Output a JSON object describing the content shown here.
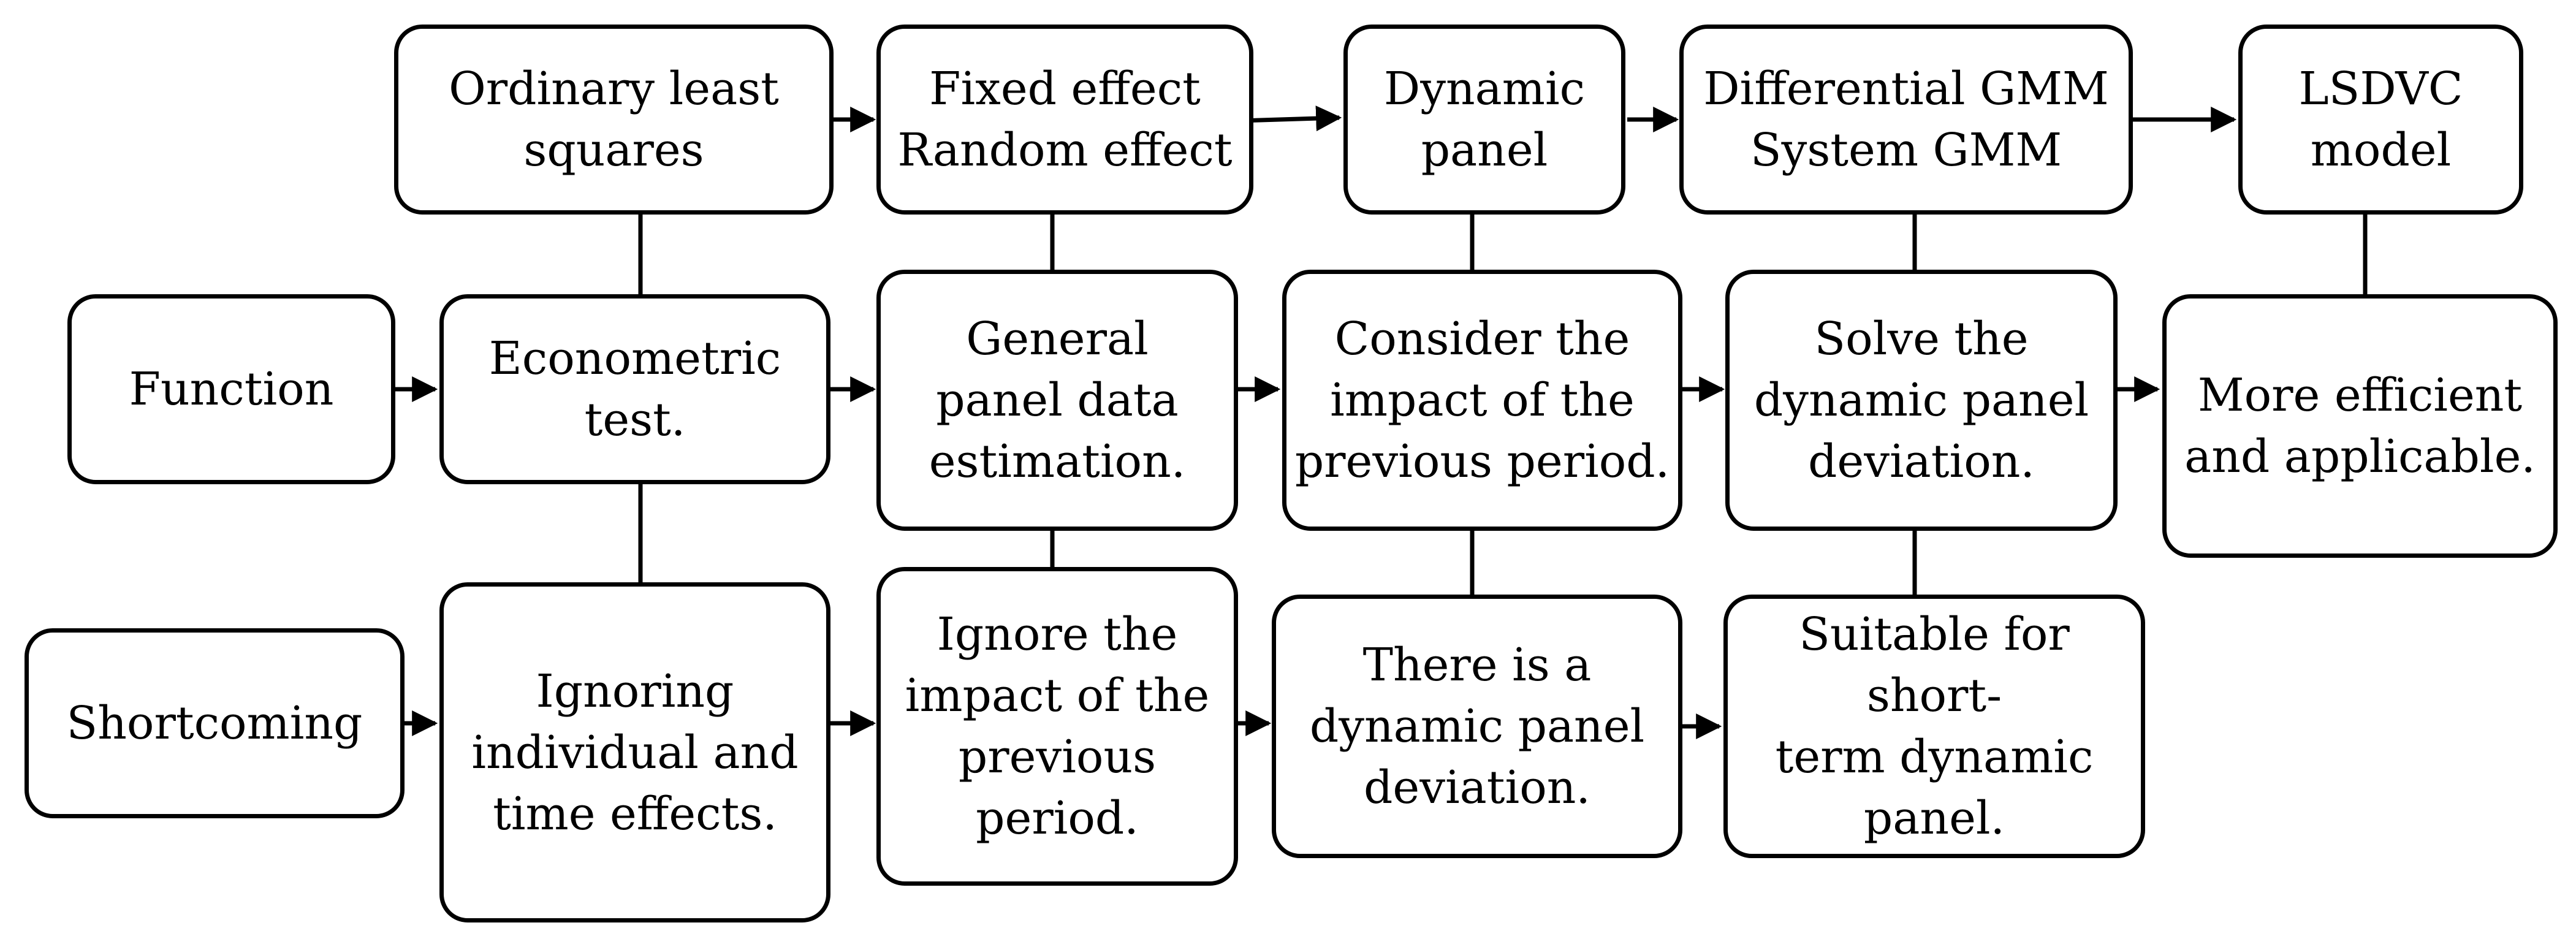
{
  "diagram": {
    "colors": {
      "stroke": "#000000",
      "fill": "#ffffff",
      "text": "#000000"
    },
    "top_row": {
      "ols": "Ordinary least\nsquares",
      "fe_re": "Fixed effect\nRandom effect",
      "dynamic_panel": "Dynamic\npanel",
      "gmm": "Differential GMM\nSystem GMM",
      "lsdvc": "LSDVC\nmodel"
    },
    "middle_row": {
      "label": "Function",
      "econometric_test": "Econometric\ntest.",
      "general_panel": "General\npanel data\nestimation.",
      "previous_period": "Consider the\nimpact of the\nprevious period.",
      "solve_deviation": "Solve the\ndynamic panel\ndeviation.",
      "efficient": "More efficient\nand applicable."
    },
    "bottom_row": {
      "label": "Shortcoming",
      "ignoring_effects": "Ignoring\nindividual and\ntime effects.",
      "ignore_previous": "Ignore the\nimpact of the\nprevious\nperiod.",
      "deviation_exists": "There is a\ndynamic panel\ndeviation.",
      "short_term": "Suitable for short-\nterm dynamic\npanel."
    }
  }
}
